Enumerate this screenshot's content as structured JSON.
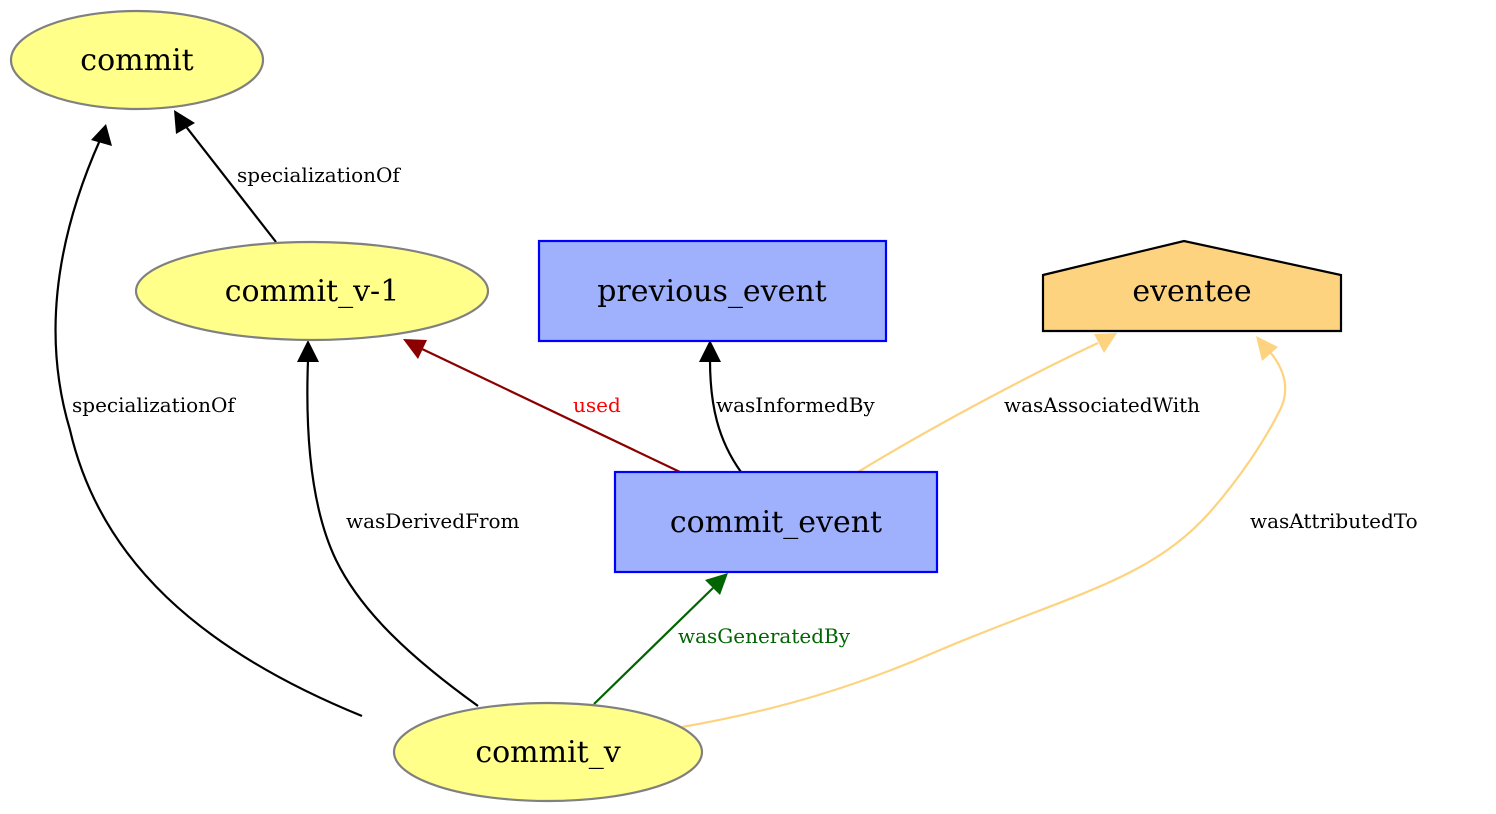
{
  "colors": {
    "entity_fill": "#ffff8a",
    "entity_stroke": "#808080",
    "activity_fill": "#9fb1fc",
    "activity_stroke": "#0000ff",
    "agent_fill": "#fed37f",
    "agent_stroke": "#000000",
    "edge_black": "#000000",
    "edge_used": "#8b0000",
    "label_used": "#ff0000",
    "edge_generated": "#006400",
    "edge_agent": "#fed37f"
  },
  "nodes": {
    "commit": {
      "label": "commit",
      "kind": "entity"
    },
    "commit_v_1": {
      "label": "commit_v-1",
      "kind": "entity"
    },
    "previous_event": {
      "label": "previous_event",
      "kind": "activity"
    },
    "eventee": {
      "label": "eventee",
      "kind": "agent"
    },
    "commit_event": {
      "label": "commit_event",
      "kind": "activity"
    },
    "commit_v": {
      "label": "commit_v",
      "kind": "entity"
    }
  },
  "edges": {
    "spec_v1_commit": {
      "label": "specializationOf",
      "from": "commit_v-1",
      "to": "commit"
    },
    "spec_v_commit": {
      "label": "specializationOf",
      "from": "commit_v",
      "to": "commit"
    },
    "used": {
      "label": "used",
      "from": "commit_event",
      "to": "commit_v-1"
    },
    "informed": {
      "label": "wasInformedBy",
      "from": "commit_event",
      "to": "previous_event"
    },
    "associated": {
      "label": "wasAssociatedWith",
      "from": "commit_event",
      "to": "eventee"
    },
    "derived": {
      "label": "wasDerivedFrom",
      "from": "commit_v",
      "to": "commit_v-1"
    },
    "attributed": {
      "label": "wasAttributedTo",
      "from": "commit_v",
      "to": "eventee"
    },
    "generated": {
      "label": "wasGeneratedBy",
      "from": "commit_v",
      "to": "commit_event"
    }
  }
}
